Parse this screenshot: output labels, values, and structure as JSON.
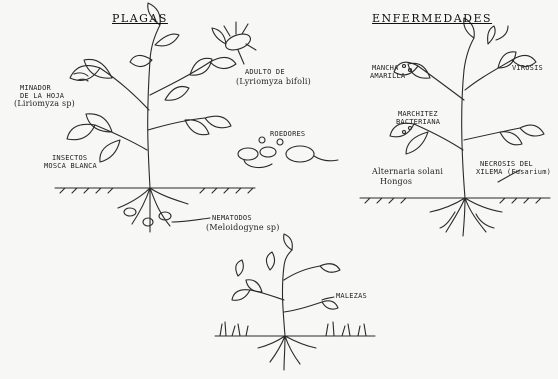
{
  "sections": {
    "plagas": {
      "title": "PLAGAS",
      "labels": {
        "minador_line1": "MINADOR",
        "minador_line2": "DE LA HOJA",
        "minador_species": "(Liriomyza sp)",
        "adulto_line1": "ADULTO DE",
        "adulto_species": "(Lyriomyza bifoli)",
        "roedores": "ROEDORES",
        "insectos_line1": "INSECTOS",
        "insectos_line2": "MOSCA BLANCA",
        "nematodos_line1": "NEMATODOS",
        "nematodos_species": "(Meloidogyne sp)"
      }
    },
    "enfermedades": {
      "title": "ENFERMEDADES",
      "labels": {
        "mancha_line1": "MANCHA",
        "mancha_line2": "AMARILLA",
        "virosis": "VIROSIS",
        "marchitez_line1": "MARCHITEZ",
        "marchitez_line2": "BACTERIANA",
        "alternaria_line1": "Alternaria solani",
        "alternaria_line2": "Hongos",
        "necrosis_line1": "NECROSIS DEL",
        "necrosis_line2": "XILEMA (Fusarium)"
      }
    },
    "malezas": {
      "label": "MALEZAS"
    }
  },
  "colors": {
    "ink": "#2a2a2a",
    "paper": "#f7f7f5"
  }
}
